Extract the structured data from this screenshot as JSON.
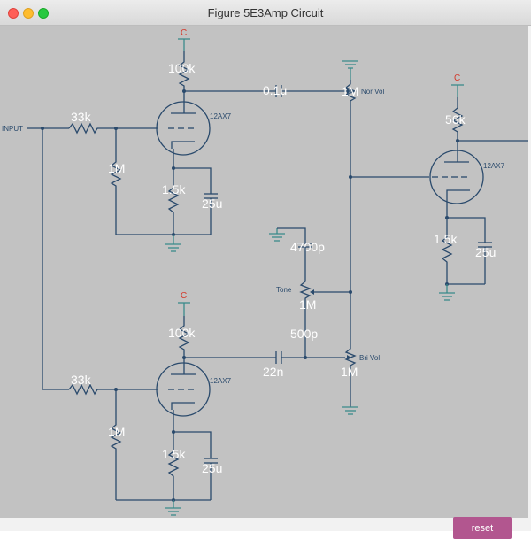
{
  "window": {
    "title": "Figure 5E3Amp Circuit"
  },
  "circuit": {
    "supply_label": "C",
    "input_label": "INPUT",
    "tube_type": "12AX7",
    "v1": {
      "plate_resistor": "100k",
      "grid_resistor": "33k",
      "grid_leak": "1M",
      "cathode_resistor": "1.5k",
      "cathode_cap": "25u",
      "coupling_cap": "0.1u"
    },
    "v2": {
      "plate_resistor": "100k",
      "grid_resistor": "33k",
      "grid_leak": "1M",
      "cathode_resistor": "1.5k",
      "cathode_cap": "25u",
      "coupling_cap": "22n"
    },
    "v3": {
      "plate_resistor": "56k",
      "cathode_resistor": "1.5k",
      "cathode_cap": "25u"
    },
    "nor_vol": {
      "value": "1M",
      "label": "Nor Vol"
    },
    "bri_vol": {
      "value": "1M",
      "label": "Bri Vol",
      "bright_cap": "500p"
    },
    "tone": {
      "label": "Tone",
      "value": "1M",
      "cap": "4700p"
    }
  },
  "controls": {
    "reset_label": "reset"
  },
  "colors": {
    "canvas": "#c2c2c2",
    "wire": "#2a4a6c",
    "ground": "#3a8a8a",
    "reset": "#b2568f",
    "supply": "#d33a2c"
  }
}
